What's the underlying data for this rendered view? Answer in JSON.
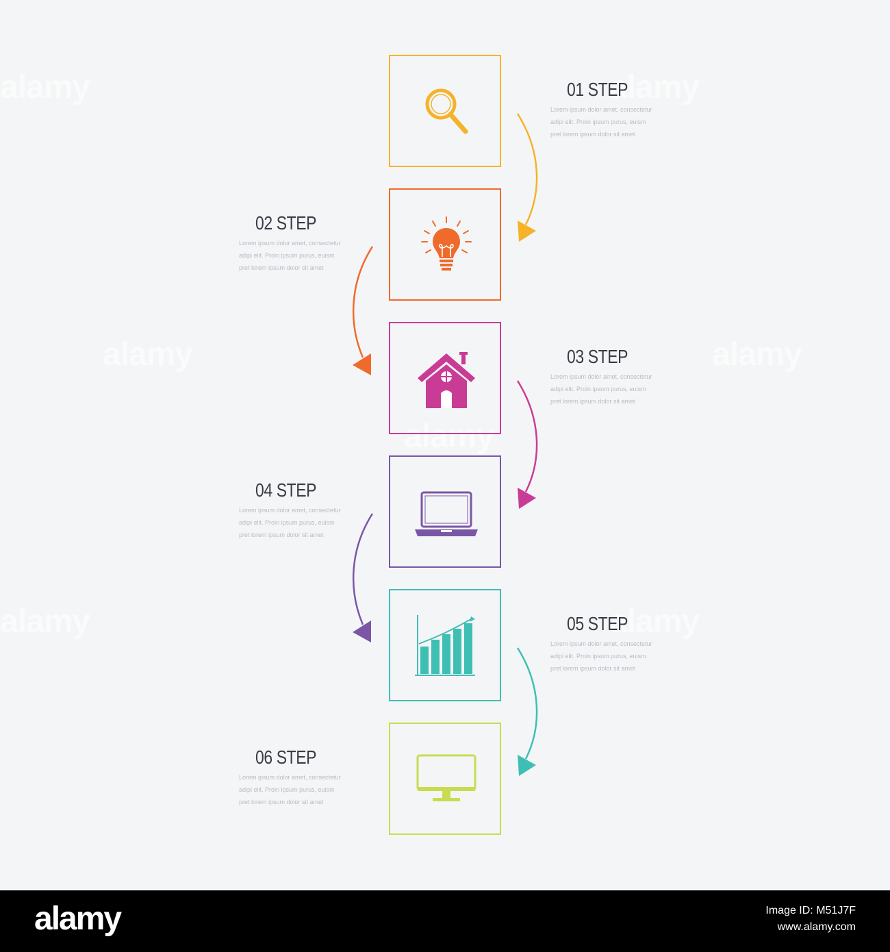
{
  "steps": [
    {
      "title": "01 STEP",
      "desc": "Lorem ipsum dolor amet, consectetur adipi elit. Proin ipsum purus, euism pret lorem ipsum dolor sit amet",
      "color": "#f5b32a",
      "icon": "magnifier-icon"
    },
    {
      "title": "02 STEP",
      "desc": "Lorem ipsum dolor amet, consectetur adipi elit. Proin ipsum purus, euism pret lorem ipsum dolor sit amet",
      "color": "#ef6b2c",
      "icon": "lightbulb-icon"
    },
    {
      "title": "03 STEP",
      "desc": "Lorem ipsum dolor amet, consectetur adipi elit. Proin ipsum purus, euism pret lorem ipsum dolor sit amet",
      "color": "#c93c95",
      "icon": "house-icon"
    },
    {
      "title": "04 STEP",
      "desc": "Lorem ipsum dolor amet, consectetur adipi elit. Proin ipsum purus, euism pret lorem ipsum dolor sit amet",
      "color": "#7b56a6",
      "icon": "laptop-icon"
    },
    {
      "title": "05 STEP",
      "desc": "Lorem ipsum dolor amet, consectetur adipi elit. Proin ipsum purus, euism pret lorem ipsum dolor sit amet",
      "color": "#3fbfb4",
      "icon": "bar-chart-icon"
    },
    {
      "title": "06 STEP",
      "desc": "Lorem ipsum dolor amet, consectetur adipi elit. Proin ipsum purus, euism pret lorem ipsum dolor sit amet",
      "color": "#c9dc50",
      "icon": "monitor-icon"
    }
  ],
  "watermark": "alamy",
  "footer": {
    "brand": "alamy",
    "image_id": "Image ID: M51J7F",
    "site": "www.alamy.com"
  }
}
